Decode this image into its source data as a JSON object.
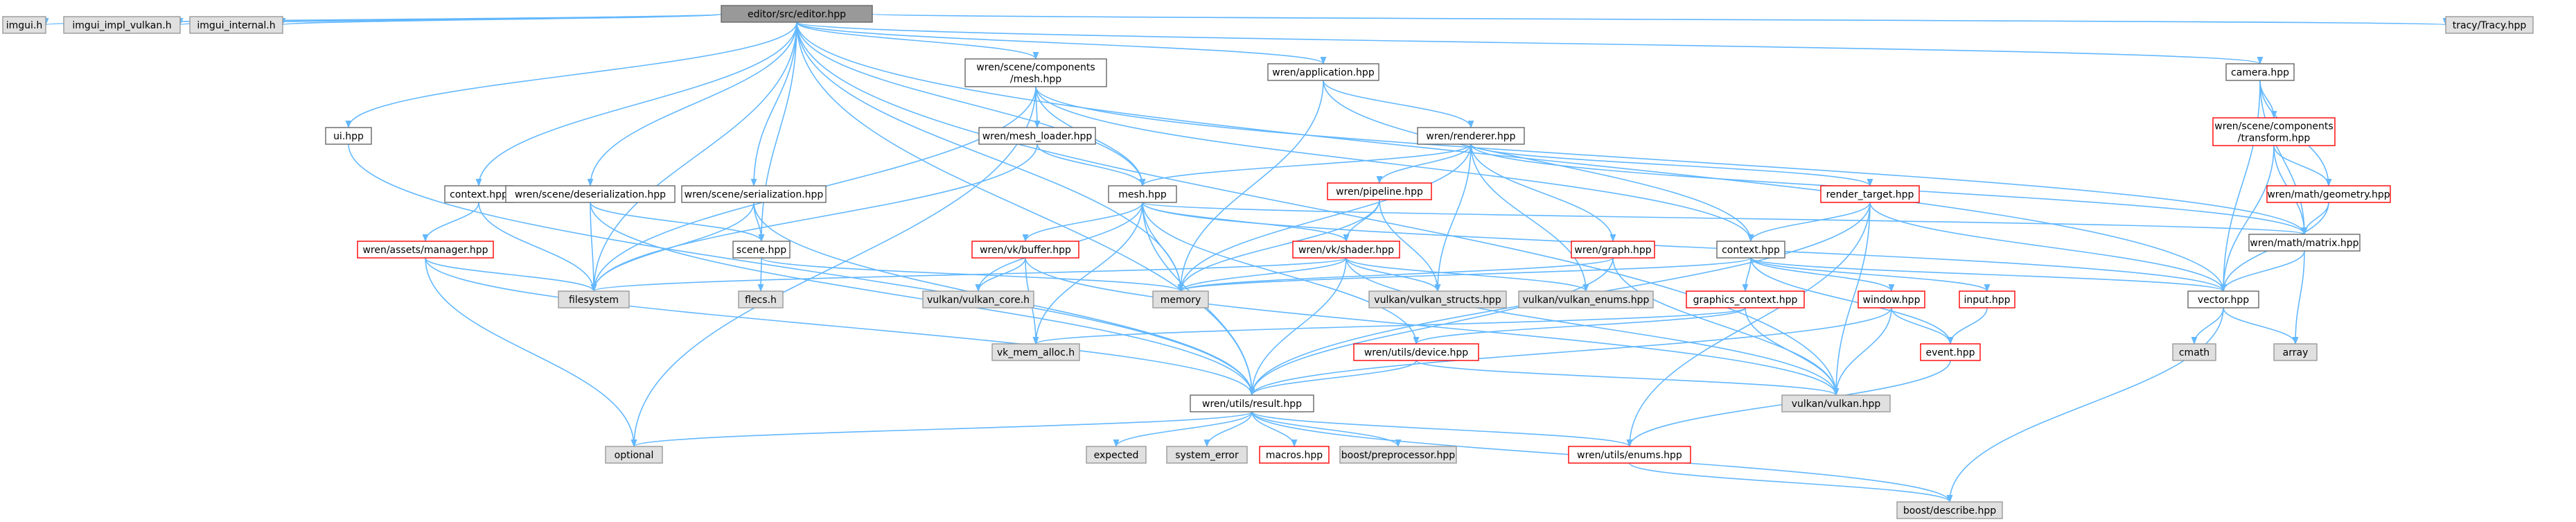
{
  "colors": {
    "edge": "#63b8ff",
    "ref_fill": "#ffffff",
    "ref_border": "#666666",
    "external_fill": "#e0e0e0",
    "external_border": "#999999",
    "missing_border": "#ff0000",
    "root_fill": "#999999",
    "root_border": "#666666"
  },
  "nodes": [
    {
      "id": "editor",
      "label": "editor/src/editor.hpp",
      "kind": "root"
    },
    {
      "id": "imgui",
      "label": "imgui.h",
      "kind": "external"
    },
    {
      "id": "imgui_vk",
      "label": "imgui_impl_vulkan.h",
      "kind": "external"
    },
    {
      "id": "imgui_int",
      "label": "imgui_internal.h",
      "kind": "external"
    },
    {
      "id": "ui",
      "label": "ui.hpp",
      "kind": "ref"
    },
    {
      "id": "ctx_e",
      "label": "context.hpp",
      "kind": "ref"
    },
    {
      "id": "deser",
      "label": "wren/scene/deserialization.hpp",
      "kind": "ref"
    },
    {
      "id": "ser",
      "label": "wren/scene/serialization.hpp",
      "kind": "ref"
    },
    {
      "id": "comp_mesh",
      "label": [
        "wren/scene/components",
        "/mesh.hpp"
      ],
      "kind": "ref"
    },
    {
      "id": "mesh_loader",
      "label": "wren/mesh_loader.hpp",
      "kind": "ref"
    },
    {
      "id": "app",
      "label": "wren/application.hpp",
      "kind": "ref"
    },
    {
      "id": "renderer",
      "label": "wren/renderer.hpp",
      "kind": "ref"
    },
    {
      "id": "camera",
      "label": "camera.hpp",
      "kind": "ref"
    },
    {
      "id": "tracy",
      "label": "tracy/Tracy.hpp",
      "kind": "external"
    },
    {
      "id": "assets",
      "label": "wren/assets/manager.hpp",
      "kind": "missing"
    },
    {
      "id": "scene",
      "label": "scene.hpp",
      "kind": "ref"
    },
    {
      "id": "filesystem",
      "label": "filesystem",
      "kind": "external"
    },
    {
      "id": "flecs",
      "label": "flecs.h",
      "kind": "external"
    },
    {
      "id": "mesh",
      "label": "mesh.hpp",
      "kind": "ref"
    },
    {
      "id": "vkbuffer",
      "label": "wren/vk/buffer.hpp",
      "kind": "missing"
    },
    {
      "id": "vkcore",
      "label": "vulkan/vulkan_core.h",
      "kind": "external"
    },
    {
      "id": "memory",
      "label": "memory",
      "kind": "external"
    },
    {
      "id": "pipeline",
      "label": "wren/pipeline.hpp",
      "kind": "missing"
    },
    {
      "id": "shader",
      "label": "wren/vk/shader.hpp",
      "kind": "missing"
    },
    {
      "id": "vkstructs",
      "label": "vulkan/vulkan_structs.hpp",
      "kind": "external"
    },
    {
      "id": "vkenums",
      "label": "vulkan/vulkan_enums.hpp",
      "kind": "external"
    },
    {
      "id": "graph",
      "label": "wren/graph.hpp",
      "kind": "missing"
    },
    {
      "id": "rtarget",
      "label": "render_target.hpp",
      "kind": "missing"
    },
    {
      "id": "ctx_w",
      "label": "context.hpp",
      "kind": "ref"
    },
    {
      "id": "gfxctx",
      "label": "graphics_context.hpp",
      "kind": "missing"
    },
    {
      "id": "window",
      "label": "window.hpp",
      "kind": "missing"
    },
    {
      "id": "input",
      "label": "input.hpp",
      "kind": "missing"
    },
    {
      "id": "transform",
      "label": [
        "wren/scene/components",
        "/transform.hpp"
      ],
      "kind": "missing"
    },
    {
      "id": "geometry",
      "label": "wren/math/geometry.hpp",
      "kind": "missing"
    },
    {
      "id": "matrix",
      "label": "wren/math/matrix.hpp",
      "kind": "ref"
    },
    {
      "id": "vector",
      "label": "vector.hpp",
      "kind": "ref"
    },
    {
      "id": "cmath",
      "label": "cmath",
      "kind": "external"
    },
    {
      "id": "array",
      "label": "array",
      "kind": "external"
    },
    {
      "id": "vma",
      "label": "vk_mem_alloc.h",
      "kind": "external"
    },
    {
      "id": "device",
      "label": "wren/utils/device.hpp",
      "kind": "missing"
    },
    {
      "id": "event",
      "label": "event.hpp",
      "kind": "missing"
    },
    {
      "id": "vulkan",
      "label": "vulkan/vulkan.hpp",
      "kind": "external"
    },
    {
      "id": "result",
      "label": "wren/utils/result.hpp",
      "kind": "ref"
    },
    {
      "id": "optional",
      "label": "optional",
      "kind": "external"
    },
    {
      "id": "expected",
      "label": "expected",
      "kind": "external"
    },
    {
      "id": "syserr",
      "label": "system_error",
      "kind": "external"
    },
    {
      "id": "macros",
      "label": "macros.hpp",
      "kind": "missing"
    },
    {
      "id": "boostpp",
      "label": "boost/preprocessor.hpp",
      "kind": "external"
    },
    {
      "id": "enums",
      "label": "wren/utils/enums.hpp",
      "kind": "missing"
    },
    {
      "id": "describe",
      "label": "boost/describe.hpp",
      "kind": "external"
    }
  ],
  "edges": [
    [
      "editor",
      "imgui"
    ],
    [
      "editor",
      "imgui_vk"
    ],
    [
      "editor",
      "imgui_int"
    ],
    [
      "editor",
      "ui"
    ],
    [
      "editor",
      "ctx_e"
    ],
    [
      "editor",
      "deser"
    ],
    [
      "editor",
      "ser"
    ],
    [
      "editor",
      "comp_mesh"
    ],
    [
      "editor",
      "app"
    ],
    [
      "editor",
      "camera"
    ],
    [
      "editor",
      "tracy"
    ],
    [
      "editor",
      "filesystem"
    ],
    [
      "editor",
      "result"
    ],
    [
      "editor",
      "scene"
    ],
    [
      "editor",
      "mesh"
    ],
    [
      "editor",
      "memory"
    ],
    [
      "editor",
      "vector"
    ],
    [
      "editor",
      "vulkan"
    ],
    [
      "ui",
      "result"
    ],
    [
      "ctx_e",
      "assets"
    ],
    [
      "ctx_e",
      "filesystem"
    ],
    [
      "assets",
      "filesystem"
    ],
    [
      "assets",
      "result"
    ],
    [
      "assets",
      "optional"
    ],
    [
      "deser",
      "scene"
    ],
    [
      "deser",
      "filesystem"
    ],
    [
      "deser",
      "result"
    ],
    [
      "ser",
      "scene"
    ],
    [
      "ser",
      "filesystem"
    ],
    [
      "ser",
      "result"
    ],
    [
      "scene",
      "flecs"
    ],
    [
      "scene",
      "memory"
    ],
    [
      "comp_mesh",
      "mesh_loader"
    ],
    [
      "comp_mesh",
      "mesh"
    ],
    [
      "comp_mesh",
      "ctx_w"
    ],
    [
      "comp_mesh",
      "filesystem"
    ],
    [
      "comp_mesh",
      "optional"
    ],
    [
      "comp_mesh",
      "matrix"
    ],
    [
      "mesh_loader",
      "mesh"
    ],
    [
      "mesh_loader",
      "filesystem"
    ],
    [
      "app",
      "renderer"
    ],
    [
      "app",
      "ctx_w"
    ],
    [
      "app",
      "memory"
    ],
    [
      "renderer",
      "mesh"
    ],
    [
      "renderer",
      "pipeline"
    ],
    [
      "renderer",
      "graph"
    ],
    [
      "renderer",
      "rtarget"
    ],
    [
      "renderer",
      "memory"
    ],
    [
      "renderer",
      "vkstructs"
    ],
    [
      "renderer",
      "vkenums"
    ],
    [
      "renderer",
      "matrix"
    ],
    [
      "mesh",
      "vkbuffer"
    ],
    [
      "mesh",
      "shader"
    ],
    [
      "mesh",
      "memory"
    ],
    [
      "mesh",
      "vkcore"
    ],
    [
      "mesh",
      "vma"
    ],
    [
      "mesh",
      "matrix"
    ],
    [
      "mesh",
      "vector"
    ],
    [
      "mesh",
      "device"
    ],
    [
      "mesh",
      "result"
    ],
    [
      "vkbuffer",
      "vkcore"
    ],
    [
      "vkbuffer",
      "vma"
    ],
    [
      "vkbuffer",
      "vulkan"
    ],
    [
      "pipeline",
      "shader"
    ],
    [
      "pipeline",
      "memory"
    ],
    [
      "pipeline",
      "vkstructs"
    ],
    [
      "shader",
      "filesystem"
    ],
    [
      "shader",
      "vkstructs"
    ],
    [
      "shader",
      "vkenums"
    ],
    [
      "shader",
      "vulkan"
    ],
    [
      "shader",
      "result"
    ],
    [
      "shader",
      "memory"
    ],
    [
      "graph",
      "memory"
    ],
    [
      "graph",
      "vulkan"
    ],
    [
      "graph",
      "result"
    ],
    [
      "rtarget",
      "ctx_w"
    ],
    [
      "rtarget",
      "vector"
    ],
    [
      "rtarget",
      "vulkan"
    ],
    [
      "rtarget",
      "result"
    ],
    [
      "rtarget",
      "enums"
    ],
    [
      "ctx_w",
      "gfxctx"
    ],
    [
      "ctx_w",
      "window"
    ],
    [
      "ctx_w",
      "input"
    ],
    [
      "ctx_w",
      "event"
    ],
    [
      "ctx_w",
      "memory"
    ],
    [
      "ctx_w",
      "vector"
    ],
    [
      "gfxctx",
      "vma"
    ],
    [
      "gfxctx",
      "device"
    ],
    [
      "gfxctx",
      "vulkan"
    ],
    [
      "window",
      "event"
    ],
    [
      "window",
      "vulkan"
    ],
    [
      "window",
      "result"
    ],
    [
      "input",
      "event"
    ],
    [
      "event",
      "enums"
    ],
    [
      "device",
      "vulkan"
    ],
    [
      "device",
      "result"
    ],
    [
      "camera",
      "transform"
    ],
    [
      "camera",
      "geometry"
    ],
    [
      "camera",
      "matrix"
    ],
    [
      "camera",
      "vector"
    ],
    [
      "transform",
      "geometry"
    ],
    [
      "transform",
      "matrix"
    ],
    [
      "transform",
      "vector"
    ],
    [
      "geometry",
      "matrix"
    ],
    [
      "geometry",
      "vector"
    ],
    [
      "matrix",
      "vector"
    ],
    [
      "matrix",
      "array"
    ],
    [
      "vector",
      "cmath"
    ],
    [
      "vector",
      "array"
    ],
    [
      "vector",
      "describe"
    ],
    [
      "result",
      "optional"
    ],
    [
      "result",
      "expected"
    ],
    [
      "result",
      "syserr"
    ],
    [
      "result",
      "macros"
    ],
    [
      "result",
      "boostpp"
    ],
    [
      "result",
      "describe"
    ],
    [
      "result",
      "enums"
    ],
    [
      "enums",
      "describe"
    ]
  ]
}
